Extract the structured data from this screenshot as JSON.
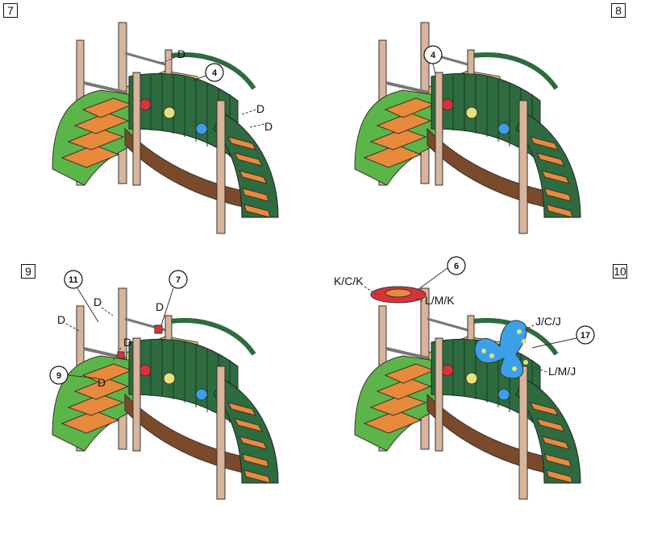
{
  "steps": [
    {
      "number": "7",
      "labels": {
        "callout": "4",
        "d1": "D",
        "d2": "D",
        "d3": "D"
      }
    },
    {
      "number": "8",
      "labels": {
        "callout": "4"
      }
    },
    {
      "number": "9",
      "labels": {
        "callout_a": "11",
        "callout_b": "7",
        "callout_c": "9",
        "d1": "D",
        "d2": "D",
        "d3": "D",
        "d4": "D",
        "d5": "D"
      }
    },
    {
      "number": "10",
      "labels": {
        "callout_a": "6",
        "callout_b": "17",
        "kck": "K/C/K",
        "lmk": "L/M/K",
        "jcj": "J/C/J",
        "lmj": "L/M/J"
      }
    }
  ],
  "colors": {
    "green_dark": "#2e6b3f",
    "green_light": "#5cb548",
    "orange": "#e88a3c",
    "brown": "#7a4a2a",
    "wood": "#d8b49a",
    "yellow": "#e6e27a",
    "red": "#d8323a",
    "blue": "#3aa0e8"
  }
}
